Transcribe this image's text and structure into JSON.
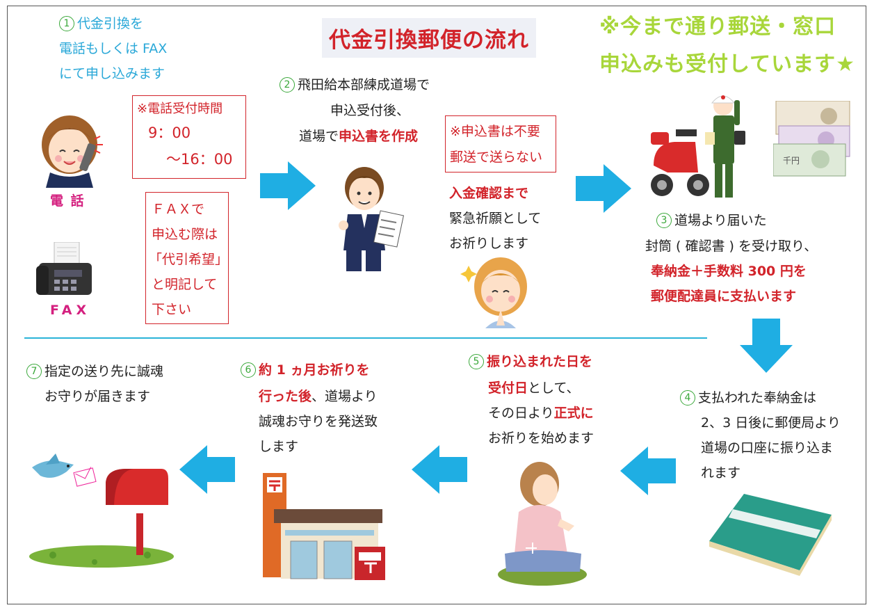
{
  "title": "代金引換郵便の流れ",
  "notice": {
    "line1": "※今まで通り郵送・窓口",
    "line2": "申込みも受付しています★"
  },
  "step1": {
    "num": "1",
    "line1": "代金引換を",
    "line2": "電話もしくは FAX",
    "line3": "にて申し込みます"
  },
  "phone_hours": {
    "line1": "※電話受付時間",
    "line2": "9：00",
    "line3": "〜16：00"
  },
  "fax_note": {
    "line1": "ＦＡＸで",
    "line2": "申込む際は",
    "line3": "「代引希望」",
    "line4": "と明記して",
    "line5": "下さい"
  },
  "label_tel": "電 話",
  "label_fax": "FAX",
  "step2": {
    "num": "2",
    "line1": "飛田給本部練成道場で",
    "line2": "申込受付後、",
    "line3_a": "道場で",
    "line3_b": "申込書を作成"
  },
  "no_mail_note": {
    "line1": "※申込書は不要",
    "line2": "郵送で送らない"
  },
  "payment_note": {
    "line1": "入金確認まで",
    "line2": "緊急祈願として",
    "line3": "お祈りします"
  },
  "step3": {
    "num": "3",
    "line1": "道場より届いた",
    "line2": "封筒 ( 確認書 ) を受け取り、",
    "line3": "奉納金＋手数料 300 円を",
    "line4": "郵便配達員に支払います"
  },
  "step4": {
    "num": "4",
    "line1": "支払われた奉納金は",
    "line2": "2、3 日後に郵便局より",
    "line3": "道場の口座に振り込ま",
    "line4": "れます"
  },
  "step5": {
    "num": "5",
    "line1": "振り込まれた日を",
    "line2_a": "受付日",
    "line2_b": "として、",
    "line3_a": "その日より",
    "line3_b": "正式に",
    "line4": "お祈りを始めます"
  },
  "step6": {
    "num": "6",
    "line1": "約 1 ヵ月お祈りを",
    "line2_a": "行った後",
    "line2_b": "、道場より",
    "line3": "誠魂お守りを発送致",
    "line4": "します"
  },
  "step7": {
    "num": "7",
    "line1": "指定の送り先に誠魂",
    "line2": "お守りが届きます"
  },
  "colors": {
    "arrow": "#1faee3",
    "red": "#d2232a",
    "green": "#3aa83a",
    "cyan": "#2aa8d8",
    "notice": "#a8d63a",
    "magenta": "#d4207f"
  }
}
